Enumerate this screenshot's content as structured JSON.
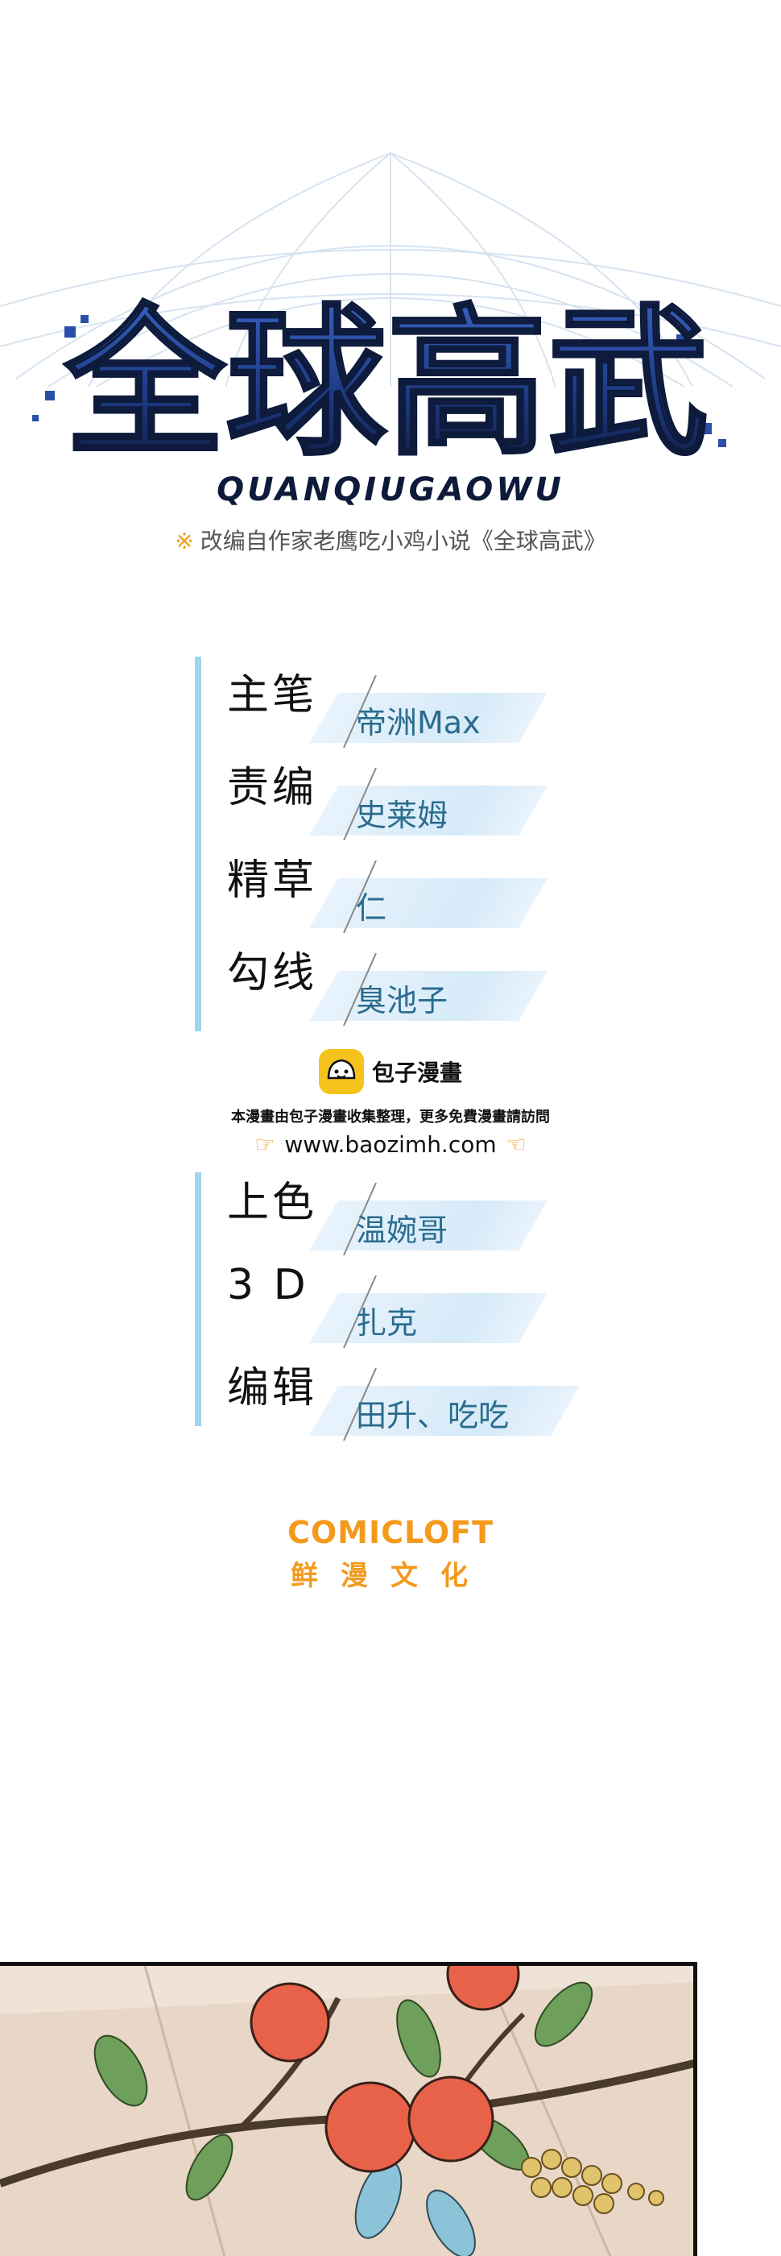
{
  "title": {
    "main": "全球高武",
    "romanized": "QUANQIUGAOWU",
    "adaptation_mark": "※",
    "adaptation": "改编自作家老鹰吃小鸡小说《全球高武》"
  },
  "credits_top": [
    {
      "role": "主笔",
      "name": "帝洲Max"
    },
    {
      "role": "责编",
      "name": "史莱姆"
    },
    {
      "role": "精草",
      "name": "仁"
    },
    {
      "role": "勾线",
      "name": "臭池子"
    }
  ],
  "watermark": {
    "brand": "包子漫畫",
    "notice": "本漫畫由包子漫畫收集整理，更多免費漫畫請訪問",
    "url": "www.baozimh.com"
  },
  "credits_bottom": [
    {
      "role": "上色",
      "name": "温婉哥"
    },
    {
      "role": "3 D",
      "name": "扎克"
    },
    {
      "role": "编辑",
      "name": "田升、吃吃"
    }
  ],
  "publisher": {
    "en": "COMICLOFT",
    "cn": "鲜漫文化"
  },
  "colors": {
    "title_blue": "#1f3d8a",
    "credit_name": "#2a6c8e",
    "accent_orange": "#f39a1d",
    "bar_blue": "#9fd3ef"
  }
}
